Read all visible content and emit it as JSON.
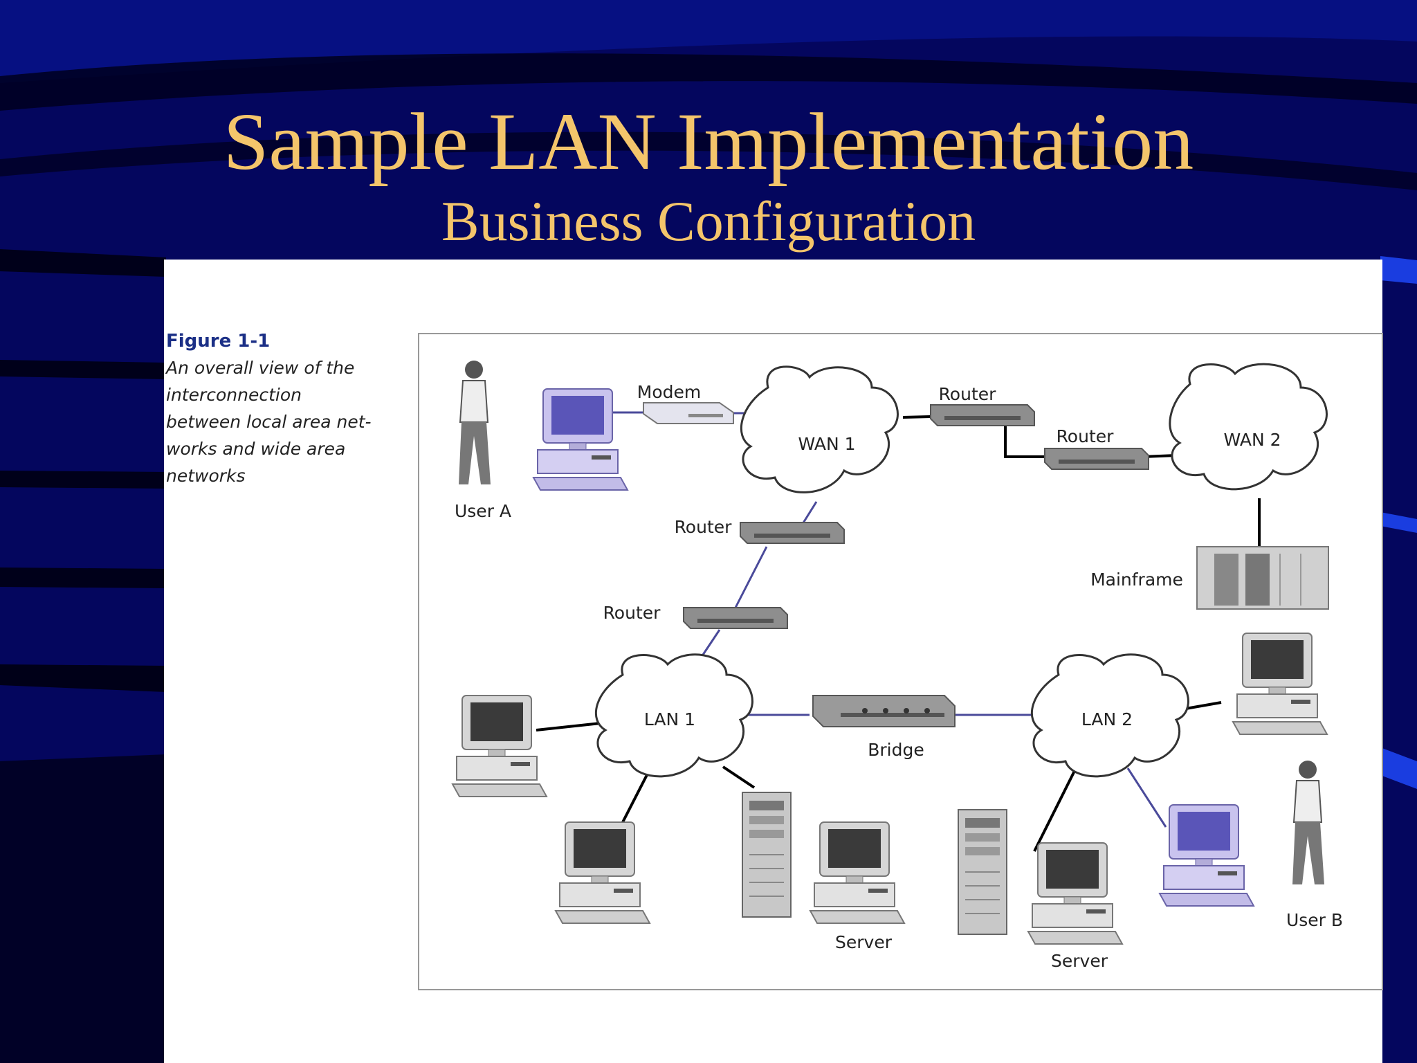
{
  "slide": {
    "title": "Sample LAN Implementation",
    "subtitle": "Business Configuration"
  },
  "figure": {
    "number": "Figure 1-1",
    "caption_lines": [
      "An overall view of the",
      "interconnection",
      "between local area net-",
      "works and wide area",
      "networks"
    ]
  },
  "diagram": {
    "clouds": {
      "wan1": "WAN 1",
      "wan2": "WAN 2",
      "lan1": "LAN 1",
      "lan2": "LAN 2"
    },
    "labels": {
      "user_a": "User A",
      "user_b": "User B",
      "modem": "Modem",
      "router_wan1": "Router",
      "router_wan2": "Router",
      "router_upper": "Router",
      "router_lower": "Router",
      "mainframe": "Mainframe",
      "bridge": "Bridge",
      "server_lan1": "Server",
      "server_lan2": "Server"
    }
  },
  "colors": {
    "background": "#04065e",
    "title": "#f4c56b",
    "figure_number": "#1b2f86",
    "link_line": "#4a4a9a"
  }
}
